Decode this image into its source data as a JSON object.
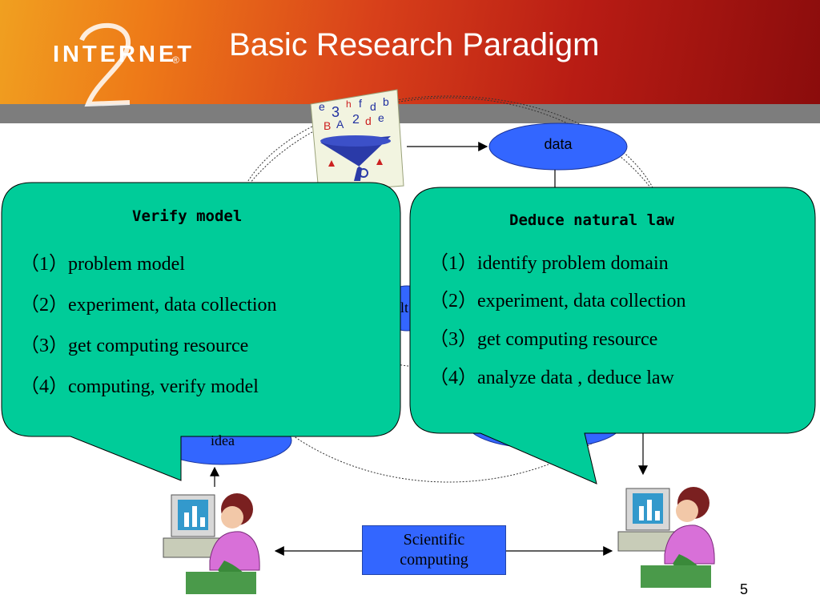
{
  "header": {
    "logo_text": "INTERNET",
    "logo_mark": "®",
    "title": "Basic Research Paradigm"
  },
  "diagram": {
    "data_label": "data",
    "idea_label": "idea",
    "partial_label": "lt",
    "funnel_icon": "data-funnel-icon"
  },
  "callouts": {
    "left": {
      "title": "Verify model",
      "items": [
        "（1）problem model",
        "（2）experiment, data collection",
        "（3）get computing resource",
        "（4）computing, verify model"
      ]
    },
    "right": {
      "title": "Deduce natural law",
      "items": [
        "（1）identify problem domain",
        "（2）experiment, data collection",
        "（3）get computing resource",
        "（4）analyze data , deduce law"
      ]
    }
  },
  "center_box": {
    "line1": "Scientific",
    "line2": "computing"
  },
  "page_number": "5",
  "colors": {
    "callout_fill": "#00cc99",
    "ellipse_fill": "#3366ff",
    "box_fill": "#3366ff"
  }
}
